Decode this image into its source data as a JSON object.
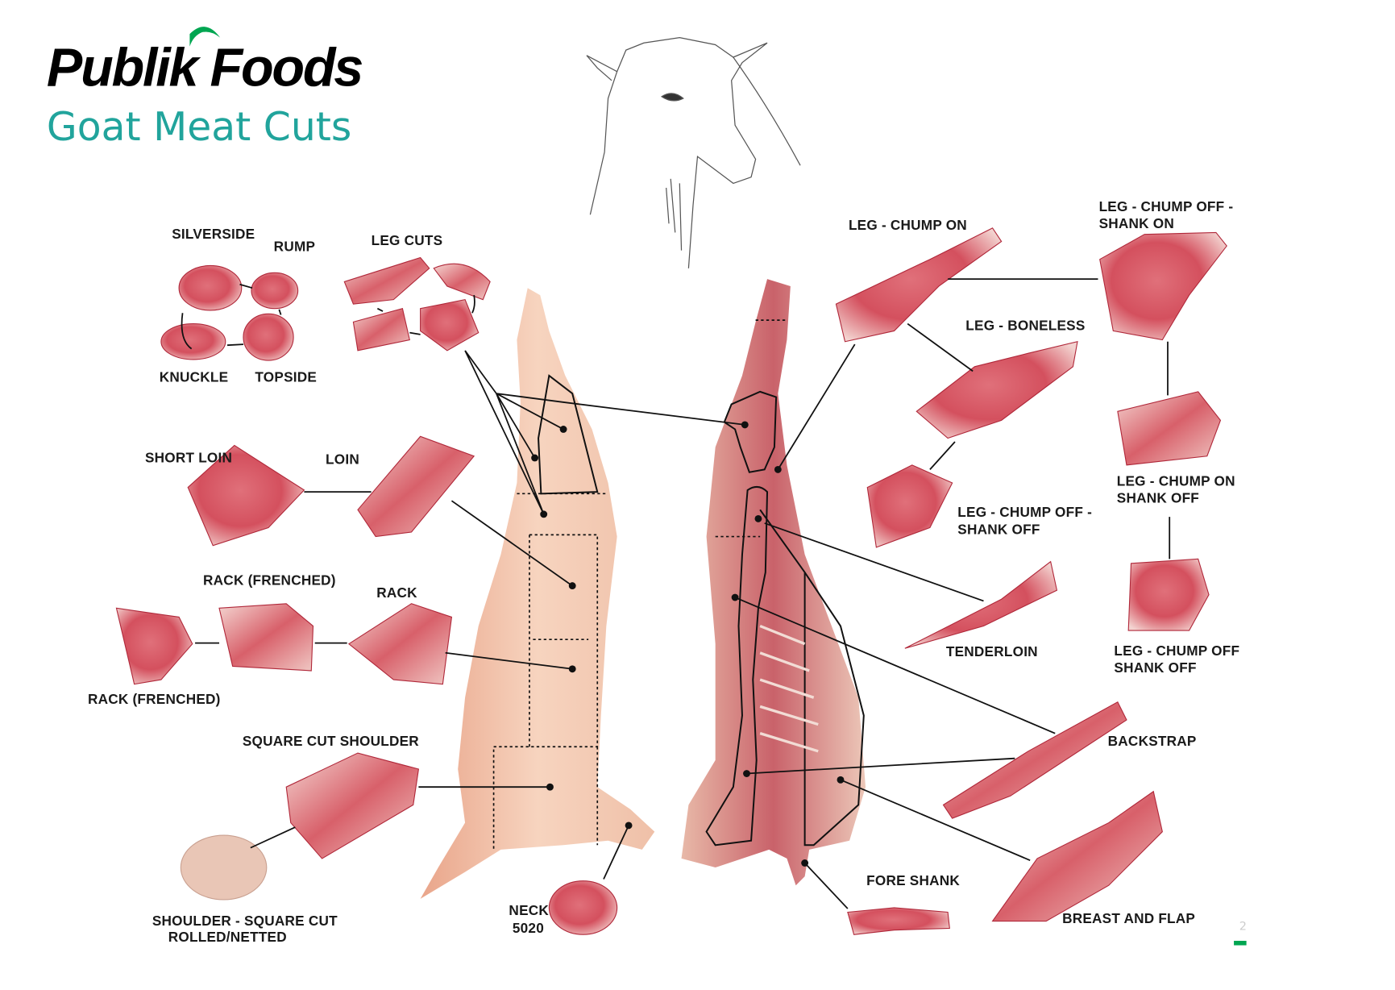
{
  "brand": {
    "name": "Publik Foods",
    "accent_color": "#00a651"
  },
  "title": "Goat Meat Cuts",
  "title_color": "#21a49c",
  "labels": {
    "silverside": "SILVERSIDE",
    "rump": "RUMP",
    "leg_cuts": "LEG CUTS",
    "knuckle": "KNUCKLE",
    "topside": "TOPSIDE",
    "short_loin": "SHORT LOIN",
    "loin": "LOIN",
    "rack_frenched_top": "RACK (FRENCHED)",
    "rack": "RACK",
    "rack_frenched_bottom": "RACK (FRENCHED)",
    "square_cut_shoulder": "SQUARE CUT SHOULDER",
    "shoulder_rolled_1": "SHOULDER - SQUARE CUT",
    "shoulder_rolled_2": "ROLLED/NETTED",
    "neck_1": "NECK",
    "neck_2": "5020",
    "leg_chump_on": "LEG - CHUMP ON",
    "leg_chump_off_shank_on_1": "LEG - CHUMP OFF -",
    "leg_chump_off_shank_on_2": "SHANK ON",
    "leg_boneless": "LEG - BONELESS",
    "leg_chump_off_shank_off_a1": "LEG - CHUMP OFF -",
    "leg_chump_off_shank_off_a2": "SHANK OFF",
    "leg_chump_on_shank_off_1": "LEG - CHUMP ON",
    "leg_chump_on_shank_off_2": "SHANK OFF",
    "tenderloin": "TENDERLOIN",
    "leg_chump_off_shank_off_b1": "LEG - CHUMP OFF",
    "leg_chump_off_shank_off_b2": "SHANK OFF",
    "backstrap": "BACKSTRAP",
    "fore_shank": "FORE SHANK",
    "breast_and_flap": "BREAST AND FLAP"
  },
  "page_number": "2"
}
